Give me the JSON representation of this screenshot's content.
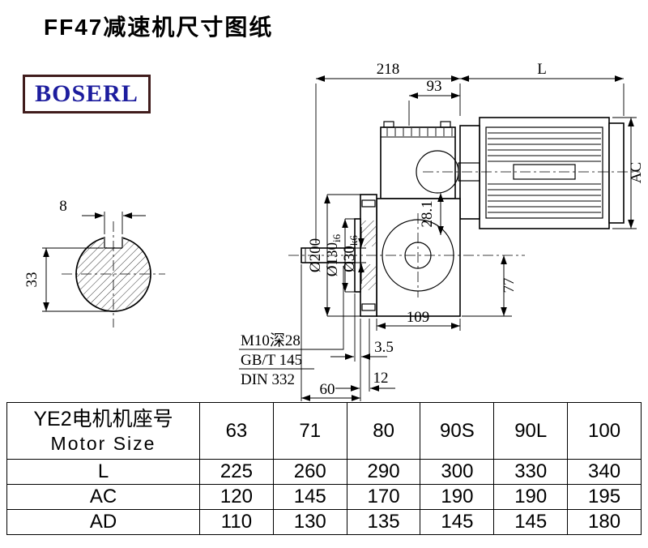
{
  "page": {
    "title": "FF47减速机尺寸图纸"
  },
  "logo": {
    "text": "BOSERL"
  },
  "drawing": {
    "shaft_end": {
      "key_width": "8",
      "key_depth": "33"
    },
    "dims": {
      "top_width": "218",
      "motor_length": "L",
      "housing_width": "93",
      "motor_diameter": "AC",
      "flange_diameter": "Ø200",
      "spigot_diameter": "Ø130",
      "spigot_tolerance": "i6",
      "shaft_diameter": "Ø30",
      "shaft_tolerance": "k6",
      "key_height": "28.1",
      "axis_to_base": "77",
      "foot_length": "109",
      "flange_step": "3.5",
      "shaft_step": "12",
      "shaft_length": "60"
    },
    "notes": {
      "tap": "M10深28",
      "std1": "GB/T 145",
      "std2": "DIN 332"
    }
  },
  "table": {
    "header": {
      "cn": "YE2电机机座号",
      "en": "Motor Size"
    },
    "motor_sizes": [
      "63",
      "71",
      "80",
      "90S",
      "90L",
      "100"
    ],
    "rows": [
      {
        "label": "L",
        "values": [
          "225",
          "260",
          "290",
          "300",
          "330",
          "340"
        ]
      },
      {
        "label": "AC",
        "values": [
          "120",
          "145",
          "170",
          "190",
          "190",
          "195"
        ]
      },
      {
        "label": "AD",
        "values": [
          "110",
          "130",
          "135",
          "145",
          "145",
          "180"
        ]
      }
    ]
  }
}
